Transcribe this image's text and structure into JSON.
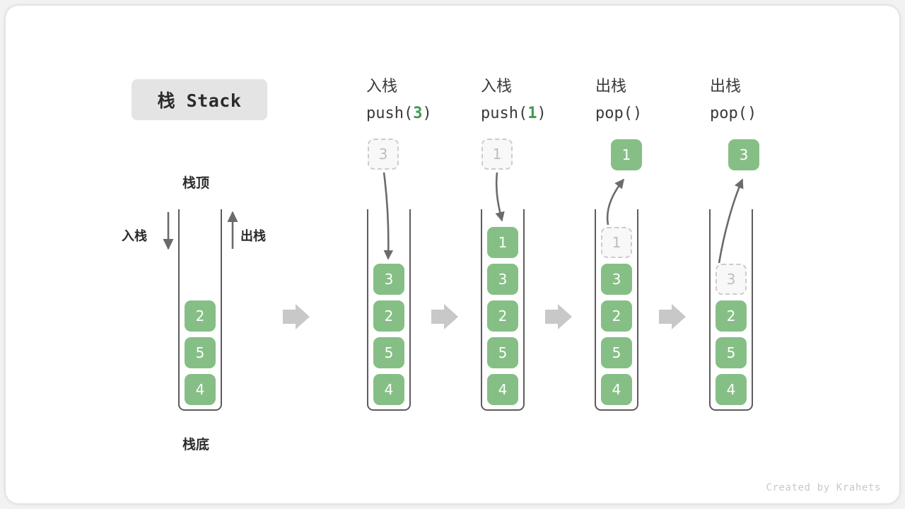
{
  "title": {
    "text": "栈 Stack"
  },
  "labels": {
    "top": "栈顶",
    "bottom": "栈底",
    "push": "入栈",
    "pop": "出栈"
  },
  "footer": {
    "text": "Created by Krahets"
  },
  "colors": {
    "cell_fill": "#85bf85",
    "cell_text": "#ffffff",
    "ghost_fill": "#f8f8f8",
    "ghost_border": "#cccccc",
    "ghost_text": "#bdbdbd",
    "container_line": "#5c5c5c",
    "flow_arrow": "#c8c8c8",
    "accent_green": "#3f9a4f",
    "badge_bg": "#e4e4e4",
    "card_bg": "#ffffff",
    "page_bg": "#f2f2f2"
  },
  "chart_data": {
    "type": "diagram",
    "title": "栈 Stack",
    "description": "Stack push/pop operation sequence",
    "columns": [
      {
        "id": "initial",
        "head_line1": "",
        "head_line2": "",
        "operation": "initial",
        "stack": [
          "2",
          "5",
          "4"
        ],
        "ghost": null,
        "floating": null,
        "annotations": {
          "top": "栈顶",
          "bottom": "栈底",
          "left_arrow": "入栈",
          "right_arrow": "出栈"
        }
      },
      {
        "id": "push-3",
        "head_line1": "入栈",
        "head_line2_prefix": "push(",
        "head_line2_value": "3",
        "head_line2_suffix": ")",
        "operation": "push",
        "argument": "3",
        "stack": [
          "3",
          "2",
          "5",
          "4"
        ],
        "ghost": {
          "value": "3",
          "position": "above"
        },
        "floating": null
      },
      {
        "id": "push-1",
        "head_line1": "入栈",
        "head_line2_prefix": "push(",
        "head_line2_value": "1",
        "head_line2_suffix": ")",
        "operation": "push",
        "argument": "1",
        "stack": [
          "1",
          "3",
          "2",
          "5",
          "4"
        ],
        "ghost": {
          "value": "1",
          "position": "above"
        },
        "floating": null
      },
      {
        "id": "pop-1",
        "head_line1": "出栈",
        "head_line2_prefix": "pop(",
        "head_line2_value": "",
        "head_line2_suffix": ")",
        "operation": "pop",
        "returns": "1",
        "stack": [
          "3",
          "2",
          "5",
          "4"
        ],
        "ghost": {
          "value": "1",
          "position": "slot0"
        },
        "floating": {
          "value": "1"
        }
      },
      {
        "id": "pop-3",
        "head_line1": "出栈",
        "head_line2_prefix": "pop(",
        "head_line2_value": "",
        "head_line2_suffix": ")",
        "operation": "pop",
        "returns": "3",
        "stack": [
          "2",
          "5",
          "4"
        ],
        "ghost": {
          "value": "3",
          "position": "slot1"
        },
        "floating": {
          "value": "3"
        }
      }
    ],
    "flow_arrow_count": 4
  }
}
